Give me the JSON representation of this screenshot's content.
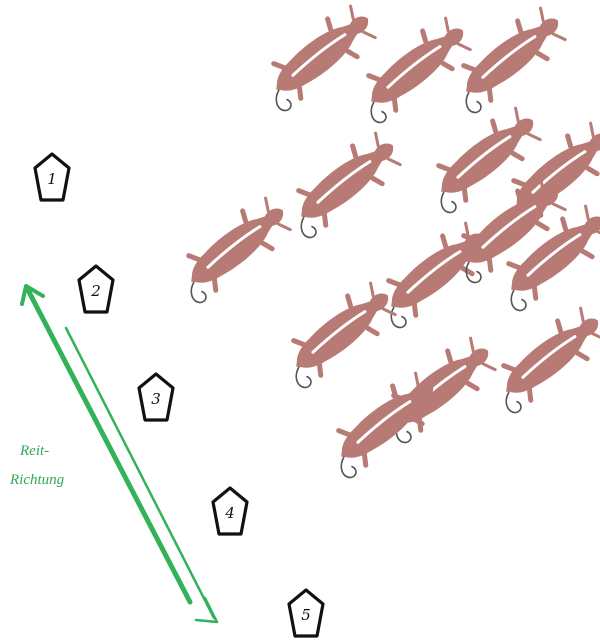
{
  "colors": {
    "cow": "#b77a74",
    "cow_stripe": "#ffffff",
    "tail": "#555555",
    "marker_stroke": "#111111",
    "arrow": "#33b25a"
  },
  "markers": [
    {
      "label": "1"
    },
    {
      "label": "2"
    },
    {
      "label": "3"
    },
    {
      "label": "4"
    },
    {
      "label": "5"
    }
  ],
  "direction_label": {
    "line1": "Reit-",
    "line2": "Richtung"
  },
  "herd": {
    "count": 14,
    "icon": "cow-icon"
  }
}
